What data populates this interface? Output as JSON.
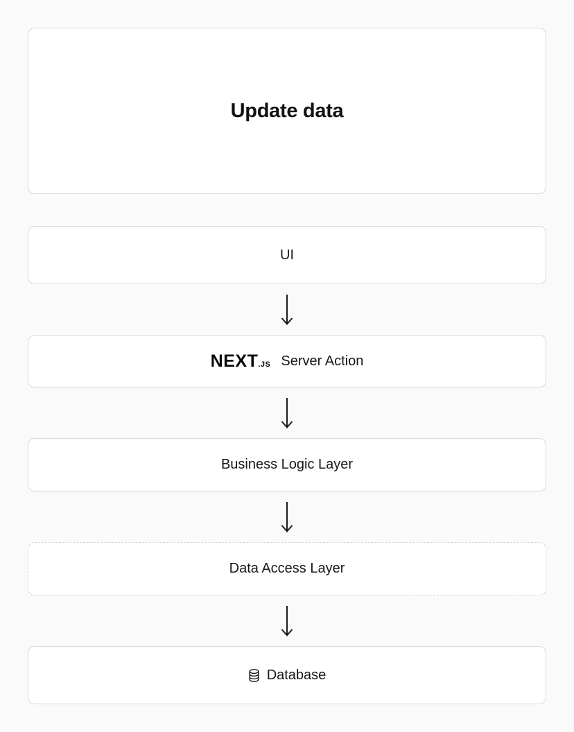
{
  "colors": {
    "page_bg": "#fafafa",
    "box_bg": "#ffffff",
    "box_border": "#d9d9d9",
    "dashed_border": "#d4d4d4",
    "text": "#111111",
    "arrow": "#1a1a1a"
  },
  "flow": {
    "header": {
      "label": "Update data"
    },
    "nodes": {
      "ui": {
        "label": "UI"
      },
      "server_action": {
        "wordmark": "NEXT",
        "wordmark_suffix": ".JS",
        "label": "Server Action"
      },
      "business_logic": {
        "label": "Business Logic Layer"
      },
      "data_access": {
        "label": "Data Access Layer"
      },
      "database": {
        "label": "Database"
      }
    }
  }
}
